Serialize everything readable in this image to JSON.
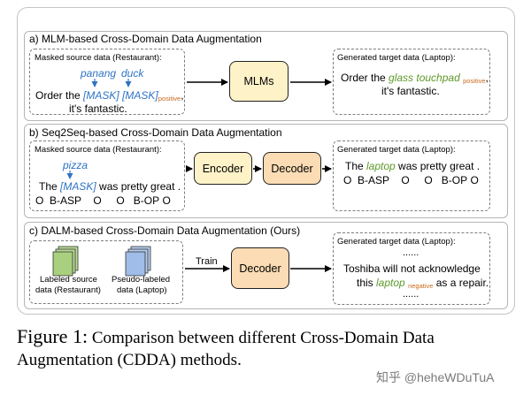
{
  "sections": {
    "a": {
      "title": "a) MLM-based Cross-Domain Data Augmentation",
      "source_label": "Masked source data (Restaurant):",
      "pred1": "panang",
      "pred2": "duck",
      "sentence_pre": "Order the ",
      "mask1": "[MASK]",
      "mask2": "[MASK]",
      "polarity": "positive",
      "sentence_post": ",",
      "sentence_line2": "it's fantastic.",
      "model": "MLMs",
      "target_label": "Generated target data (Laptop):",
      "target_pre": "Order the ",
      "target_aspect": "glass touchpad",
      "target_polarity": "positive",
      "target_post": ",",
      "target_line2": "it's fantastic."
    },
    "b": {
      "title": "b) Seq2Seq-based Cross-Domain Data Augmentation",
      "source_label": "Masked source data (Restaurant):",
      "pred": "pizza",
      "sentence_pre": "The ",
      "mask": "[MASK]",
      "sentence_post": " was pretty great .",
      "tags": [
        "O",
        "B-ASP",
        "O",
        "O",
        "B-OP",
        "O"
      ],
      "encoder": "Encoder",
      "decoder": "Decoder",
      "target_label": "Generated target data (Laptop):",
      "target_pre": "The ",
      "target_aspect": "laptop",
      "target_post": " was pretty great .",
      "target_tags": [
        "O",
        "B-ASP",
        "O",
        "O",
        "B-OP",
        "O"
      ]
    },
    "c": {
      "title": "c) DALM-based Cross-Domain Data Augmentation (Ours)",
      "labeled_label1": "Labeled source",
      "labeled_label2": "data (Restaurant)",
      "pseudo_label1": "Pseudo-labeled",
      "pseudo_label2": "data (Laptop)",
      "train": "Train",
      "decoder": "Decoder",
      "target_label": "Generated target data (Laptop):",
      "dots_top": "......",
      "line1": "Toshiba will not acknowledge",
      "line2_pre": "this ",
      "aspect": "laptop",
      "polarity": "negative",
      "line2_post": " as a repair.",
      "dots_bottom": "......"
    }
  },
  "caption": {
    "figure": "Figure 1:",
    "text1": " Comparison between different Cross-Domain Data",
    "text2": "Augmentation (CDDA) methods."
  },
  "watermark": "知乎 @heheWDuTuA",
  "colors": {
    "mask_blue": "#2f73c4",
    "aspect_green": "#5e9a2c",
    "polarity_orange": "#c96a1e",
    "block_yellow": "#fdf2c8",
    "block_orange": "#fbdcb4",
    "doc_green": "#b9dc95",
    "doc_blue": "#b5ccee"
  }
}
